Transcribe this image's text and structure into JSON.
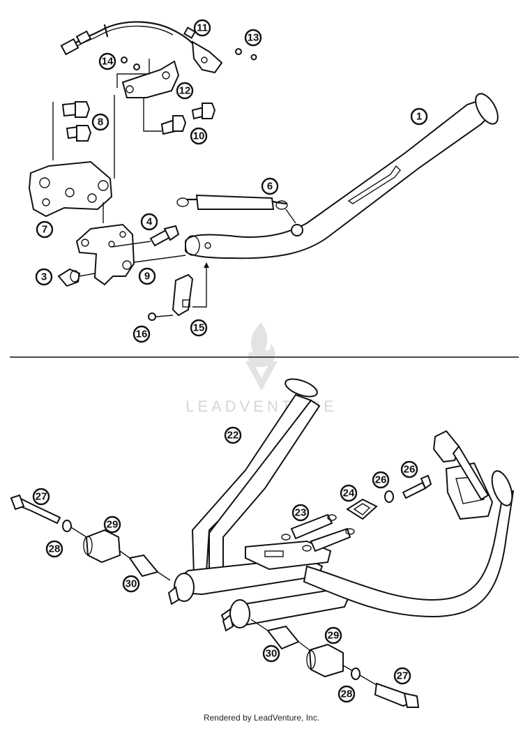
{
  "callouts": {
    "side_stand": [
      "1",
      "3",
      "4",
      "6",
      "7",
      "8",
      "9",
      "10",
      "11",
      "12",
      "13",
      "14",
      "15",
      "16"
    ],
    "center_stand": [
      "22",
      "23",
      "24",
      "26",
      "26",
      "27",
      "28",
      "29",
      "30",
      "30",
      "29",
      "28",
      "27"
    ]
  },
  "watermark": {
    "brand": "LEADVENTURE"
  },
  "footer": {
    "credit": "Rendered by LeadVenture, Inc."
  }
}
